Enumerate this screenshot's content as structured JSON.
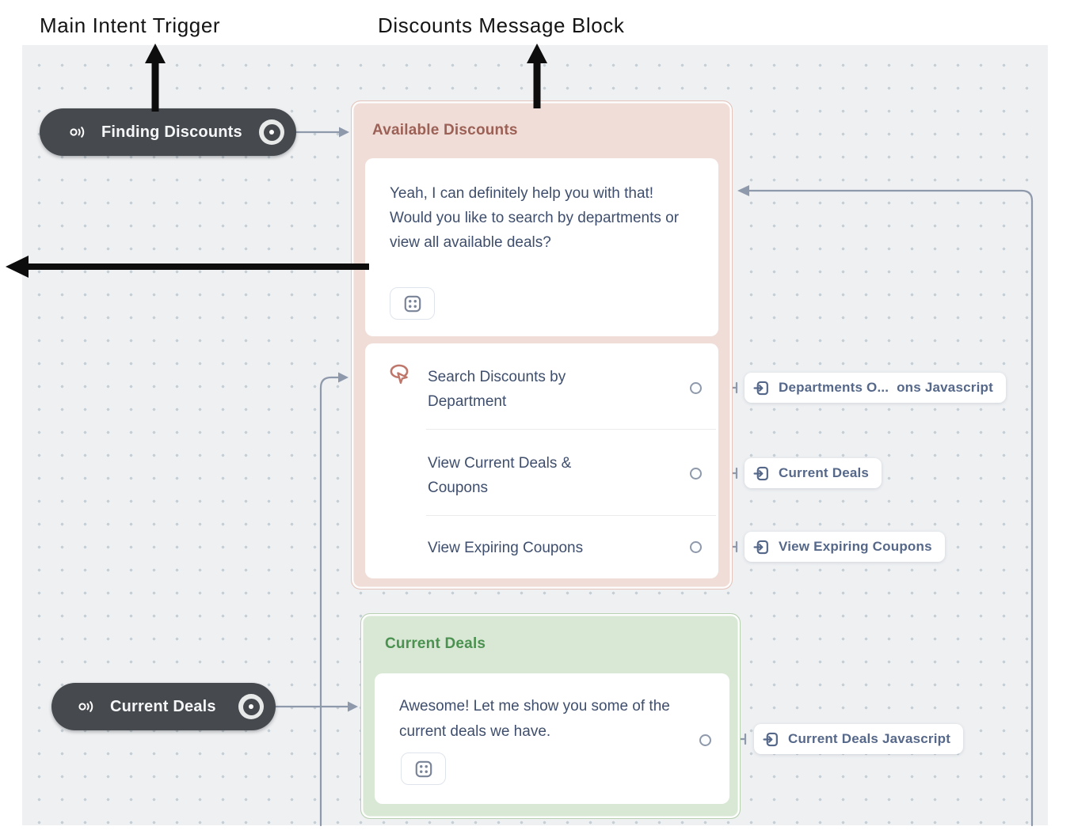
{
  "annotations": {
    "trigger_label": "Main Intent Trigger",
    "message_block_label": "Discounts Message Block"
  },
  "triggers": {
    "finding_discounts": {
      "label": "Finding Discounts"
    },
    "current_deals": {
      "label": "Current Deals"
    }
  },
  "available_discounts_block": {
    "title": "Available Discounts",
    "message": "Yeah, I can definitely help you with that! Would you like to search by departments or view all available deals?",
    "choices": [
      {
        "label": "Search Discounts by Department"
      },
      {
        "label": "View Current Deals & Coupons"
      },
      {
        "label": "View Expiring Coupons"
      }
    ]
  },
  "current_deals_block": {
    "title": "Current Deals",
    "message": "Awesome! Let me show you some of the current deals we have."
  },
  "jump_labels": {
    "departments_js": "Departments O...  ons Javascript",
    "current_deals": "Current Deals",
    "view_expiring": "View Expiring Coupons",
    "current_deals_js": "Current Deals Javascript"
  },
  "icons": {
    "intent": "intent-signal-icon",
    "dice": "randomize-dice-icon",
    "choice": "button-cursor-icon",
    "jump": "go-to-block-icon"
  },
  "colors": {
    "canvas_bg": "#eef0f2",
    "canvas_dot": "#c6cfd6",
    "trigger_pill_bg": "#46494e",
    "pink_block_bg": "#f0ddd7",
    "pink_block_border": "#e4c3ba",
    "pink_block_title": "#9c6156",
    "green_block_bg": "#d9e8d5",
    "green_block_border": "#b7d0b0",
    "green_block_title": "#4b9150",
    "body_text": "#3e4e6c",
    "connector_line": "#8e99ab",
    "jump_label_text": "#56688a",
    "choice_icon": "#c0776b",
    "annotation_arrow": "#0d0d0d"
  }
}
